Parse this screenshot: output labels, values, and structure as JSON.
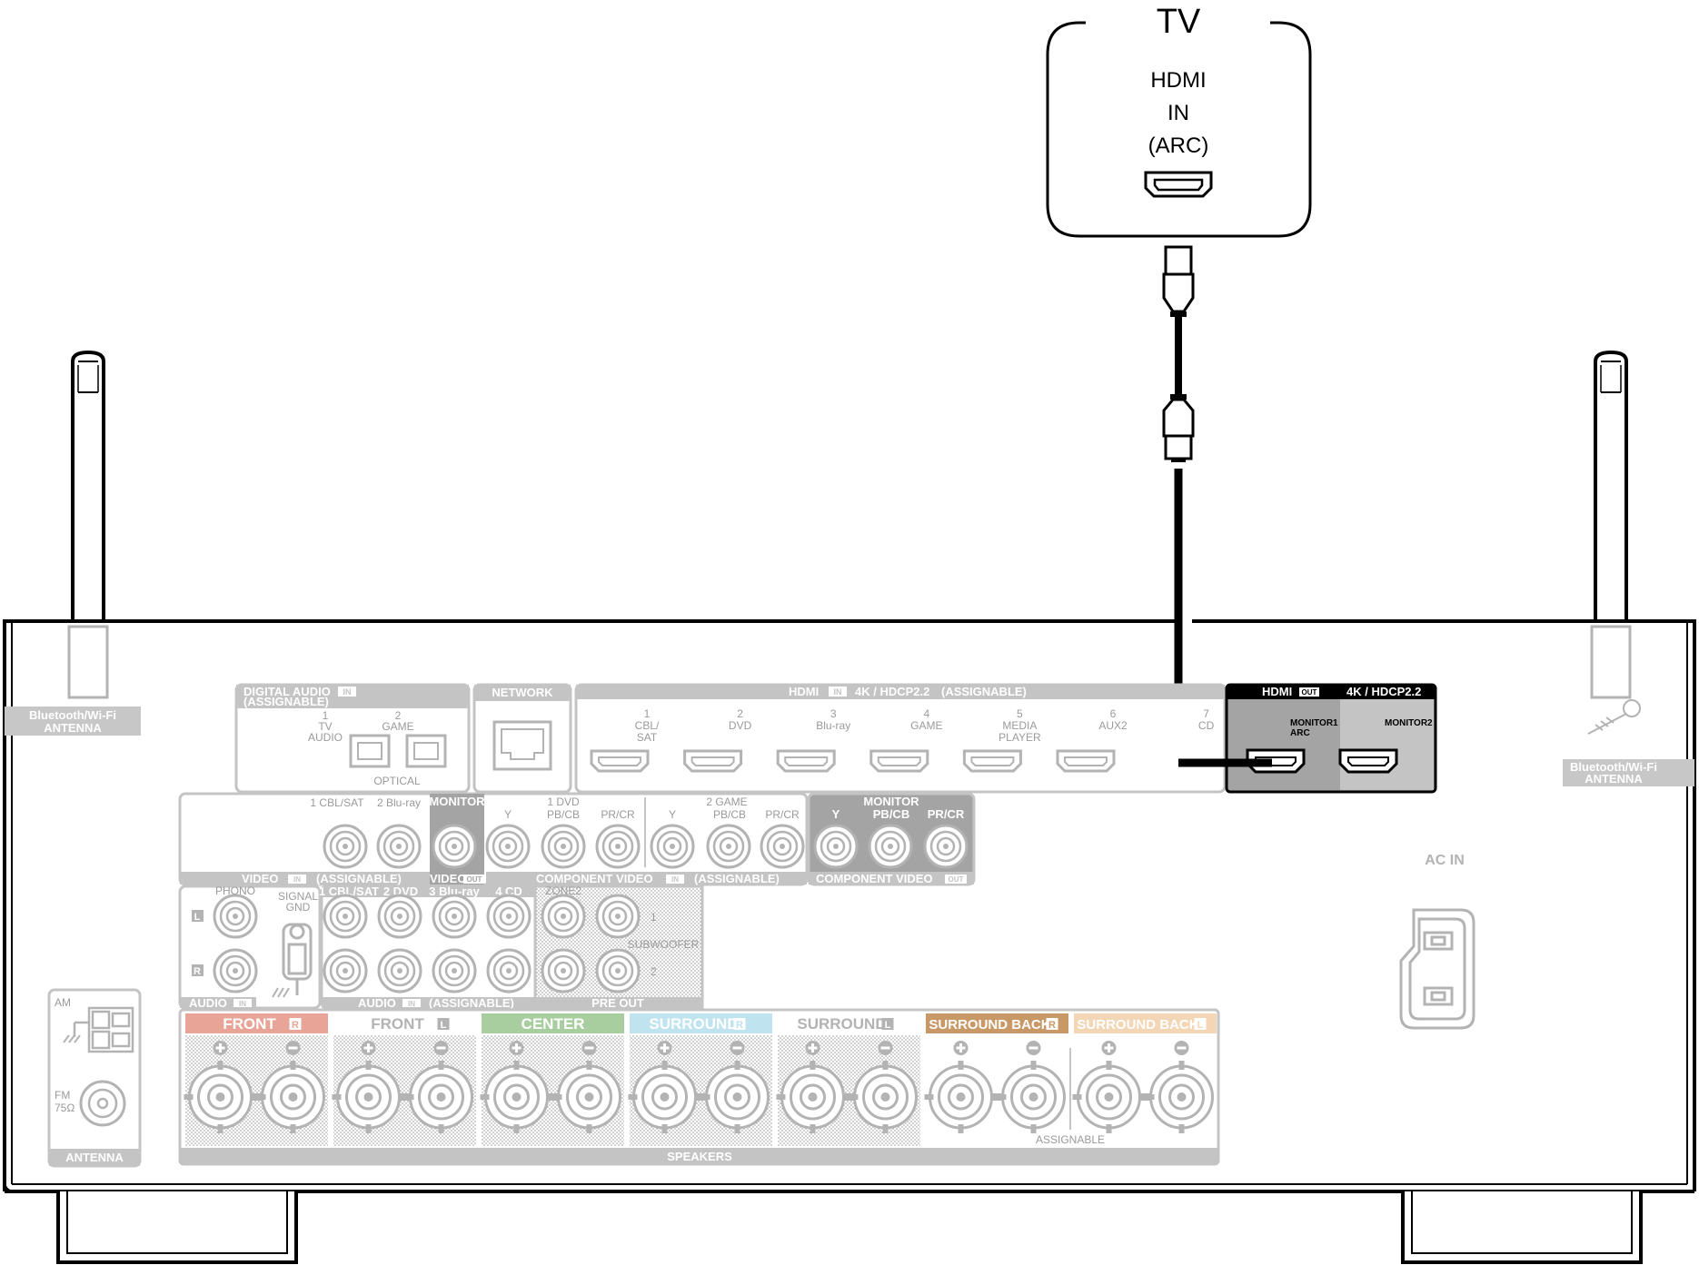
{
  "tv": {
    "title": "TV",
    "port_line1": "HDMI",
    "port_line2": "IN",
    "port_line3": "(ARC)"
  },
  "antenna": {
    "left_label1": "Bluetooth/Wi-Fi",
    "left_label2": "ANTENNA",
    "right_label1": "Bluetooth/Wi-Fi",
    "right_label2": "ANTENNA"
  },
  "digital_audio": {
    "header": "DIGITAL AUDIO",
    "in_badge": "IN",
    "sub": "(ASSIGNABLE)",
    "port1_num": "1",
    "port1_l1": "TV",
    "port1_l2": "AUDIO",
    "port2_num": "2",
    "port2_l1": "GAME",
    "footer": "OPTICAL"
  },
  "network": {
    "header": "NETWORK"
  },
  "hdmi_in": {
    "header": "HDMI",
    "in_badge": "IN",
    "spec": "4K / HDCP2.2",
    "assignable": "(ASSIGNABLE)",
    "ports": [
      {
        "num": "1",
        "l1": "CBL/",
        "l2": "SAT"
      },
      {
        "num": "2",
        "l1": "DVD",
        "l2": ""
      },
      {
        "num": "3",
        "l1": "Blu-ray",
        "l2": ""
      },
      {
        "num": "4",
        "l1": "GAME",
        "l2": ""
      },
      {
        "num": "5",
        "l1": "MEDIA",
        "l2": "PLAYER"
      },
      {
        "num": "6",
        "l1": "AUX2",
        "l2": ""
      },
      {
        "num": "7",
        "l1": "CD",
        "l2": ""
      }
    ]
  },
  "hdmi_out": {
    "header": "HDMI",
    "out_badge": "OUT",
    "spec": "4K / HDCP2.2",
    "monitor1_l1": "MONITOR1",
    "monitor1_l2": "ARC",
    "monitor2": "MONITOR2"
  },
  "video": {
    "in_labels": [
      "1 CBL/SAT",
      "2 Blu-ray"
    ],
    "monitor_label": "MONITOR",
    "footer": "VIDEO",
    "footer_in": "IN",
    "footer_assign": "(ASSIGNABLE)",
    "out_footer": "VIDEO",
    "out_badge": "OUT"
  },
  "component": {
    "group1": "1 DVD",
    "group2": "2 GAME",
    "y": "Y",
    "pb": "PB/CB",
    "pr": "PR/CR",
    "footer": "COMPONENT VIDEO",
    "footer_in": "IN",
    "footer_assign": "(ASSIGNABLE)",
    "out_header": "MONITOR",
    "out_footer": "COMPONENT VIDEO",
    "out_badge": "OUT"
  },
  "audio": {
    "phono": "PHONO",
    "l": "L",
    "r": "R",
    "signal_gnd1": "SIGNAL",
    "signal_gnd2": "GND",
    "footer": "AUDIO",
    "footer_in": "IN",
    "inputs": [
      "1 CBL/SAT",
      "2 DVD",
      "3 Blu-ray",
      "4 CD"
    ],
    "assign_footer": "AUDIO",
    "assign_in": "IN",
    "assign_text": "(ASSIGNABLE)"
  },
  "preout": {
    "zone2": "ZONE2",
    "subwoofer": "SUBWOOFER",
    "sub1": "1",
    "sub2": "2",
    "footer": "PRE OUT"
  },
  "ac": {
    "label": "AC IN"
  },
  "antenna_terminal": {
    "am": "AM",
    "fm1": "FM",
    "fm2": "75Ω",
    "footer": "ANTENNA"
  },
  "speakers": {
    "groups": [
      {
        "name": "FRONT",
        "ch": "R",
        "color": "#e8a597"
      },
      {
        "name": "FRONT",
        "ch": "L",
        "color": "#ffffff"
      },
      {
        "name": "CENTER",
        "ch": "",
        "color": "#a8ce9f"
      },
      {
        "name": "SURROUND",
        "ch": "R",
        "color": "#bfe3ef"
      },
      {
        "name": "SURROUND",
        "ch": "L",
        "color": "#ffffff"
      },
      {
        "name": "SURROUND BACK",
        "ch": "R",
        "color": "#c99867"
      },
      {
        "name": "SURROUND BACK",
        "ch": "L",
        "color": "#f2d6b5"
      }
    ],
    "assignable": "ASSIGNABLE",
    "footer": "SPEAKERS"
  }
}
